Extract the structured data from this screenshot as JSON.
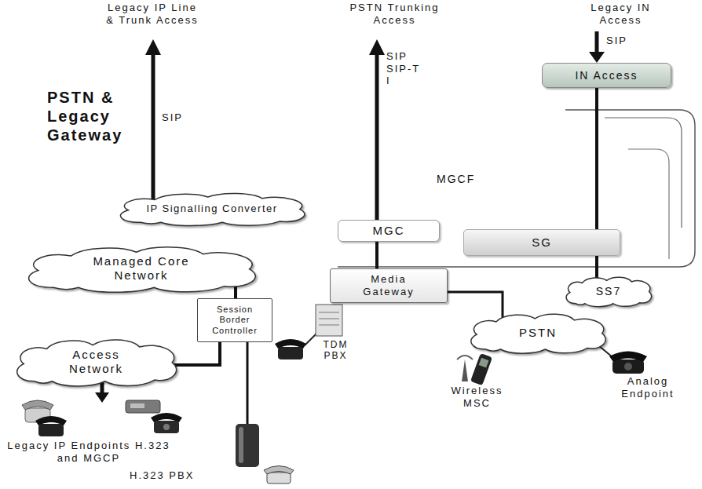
{
  "diagram": {
    "nodes": [
      {
        "text": [
          "IN Access"
        ]
      },
      {
        "text": [
          "IP Signalling Converter"
        ]
      },
      {
        "text": [
          "MGC"
        ]
      },
      {
        "text": [
          "SG"
        ]
      },
      {
        "text": [
          "Managed Core Network"
        ]
      },
      {
        "text": [
          "Media Gateway"
        ]
      },
      {
        "text": [
          "SS7"
        ]
      },
      {
        "text": [
          "Session Border Controller"
        ]
      },
      {
        "text": [
          "PSTN"
        ]
      },
      {
        "text": [
          "Access Network"
        ]
      }
    ],
    "edges": [
      {
        "from": 3,
        "to": 0,
        "arrow": "none"
      },
      {
        "from": 6,
        "to": 3,
        "arrow": "none"
      },
      {
        "from": 5,
        "to": 2,
        "arrow": "none"
      },
      {
        "from": 5,
        "to": 8,
        "arrow": "none"
      },
      {
        "from": 4,
        "to": 7,
        "arrow": "none"
      },
      {
        "from": 7,
        "to": 9,
        "arrow": "none"
      }
    ],
    "labels": [
      "Legacy IP Line & Trunk Access",
      "SIP",
      "PSTN Trunking Access",
      "SIP SIP-T I",
      "Legacy IN Access",
      "SIP",
      "PSTN & Legacy Gateway",
      "MGCF",
      "TDM PBX",
      "Wireless MSC",
      "Analog Endpoint",
      "Legacy IP Endpoints H.323 and MGCP",
      "H.323 PBX"
    ]
  }
}
